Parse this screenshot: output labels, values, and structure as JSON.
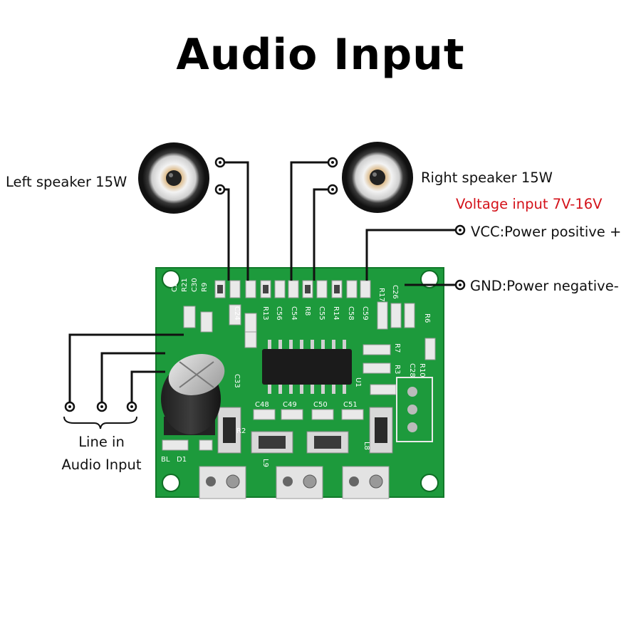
{
  "title": "Audio Input",
  "labels": {
    "left_speaker": "Left speaker 15W",
    "right_speaker": "Right speaker 15W",
    "voltage": "Voltage input 7V-16V",
    "vcc": "VCC:Power positive +",
    "gnd": "GND:Power negative-",
    "line_in_1": "Line in",
    "line_in_2": "Audio Input"
  },
  "silkscreen": {
    "top_row": [
      "C24",
      "C56",
      "R13",
      "C54",
      "R8",
      "C55",
      "R14",
      "C58",
      "C59",
      "R17",
      "C26"
    ],
    "left_col": [
      "C29",
      "R21",
      "C30",
      "R9"
    ],
    "cap_c33": "C33",
    "cap_row": [
      "C48",
      "C49",
      "C50",
      "C51"
    ],
    "right_side": [
      "R6",
      "R7",
      "R3",
      "C28",
      "R10",
      "U1"
    ],
    "bottom": [
      "BL",
      "D1",
      "R2",
      "L9",
      "L8"
    ]
  },
  "colors": {
    "pcb": "#1d9a3c",
    "pcb_dark": "#127a2a",
    "voltage_text": "#d4121a",
    "wire": "#111111"
  }
}
